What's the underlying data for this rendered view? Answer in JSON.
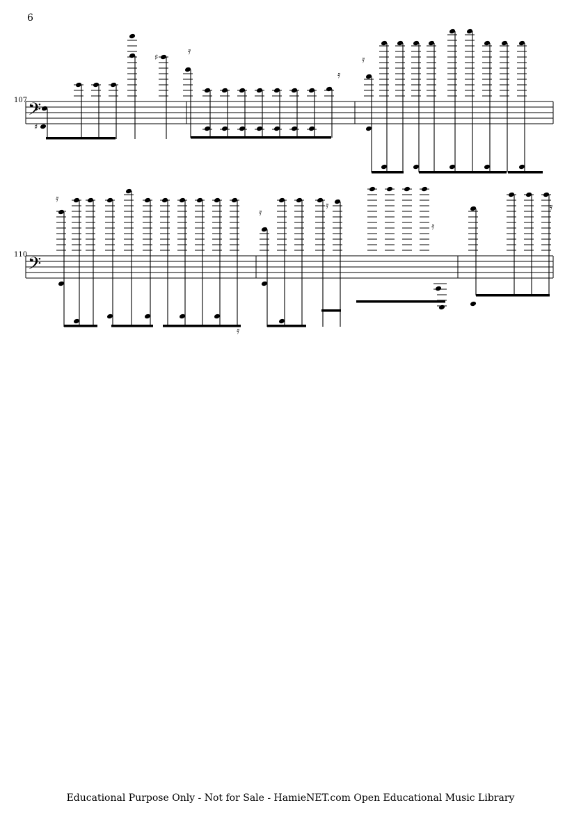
{
  "page": {
    "page_number": "6",
    "footer": "Educational Purpose Only - Not for Sale - HamieNET.com Open Educational Music Library"
  },
  "systems": [
    {
      "measure_number": "107",
      "clef": "bass"
    },
    {
      "measure_number": "110",
      "clef": "bass"
    }
  ]
}
